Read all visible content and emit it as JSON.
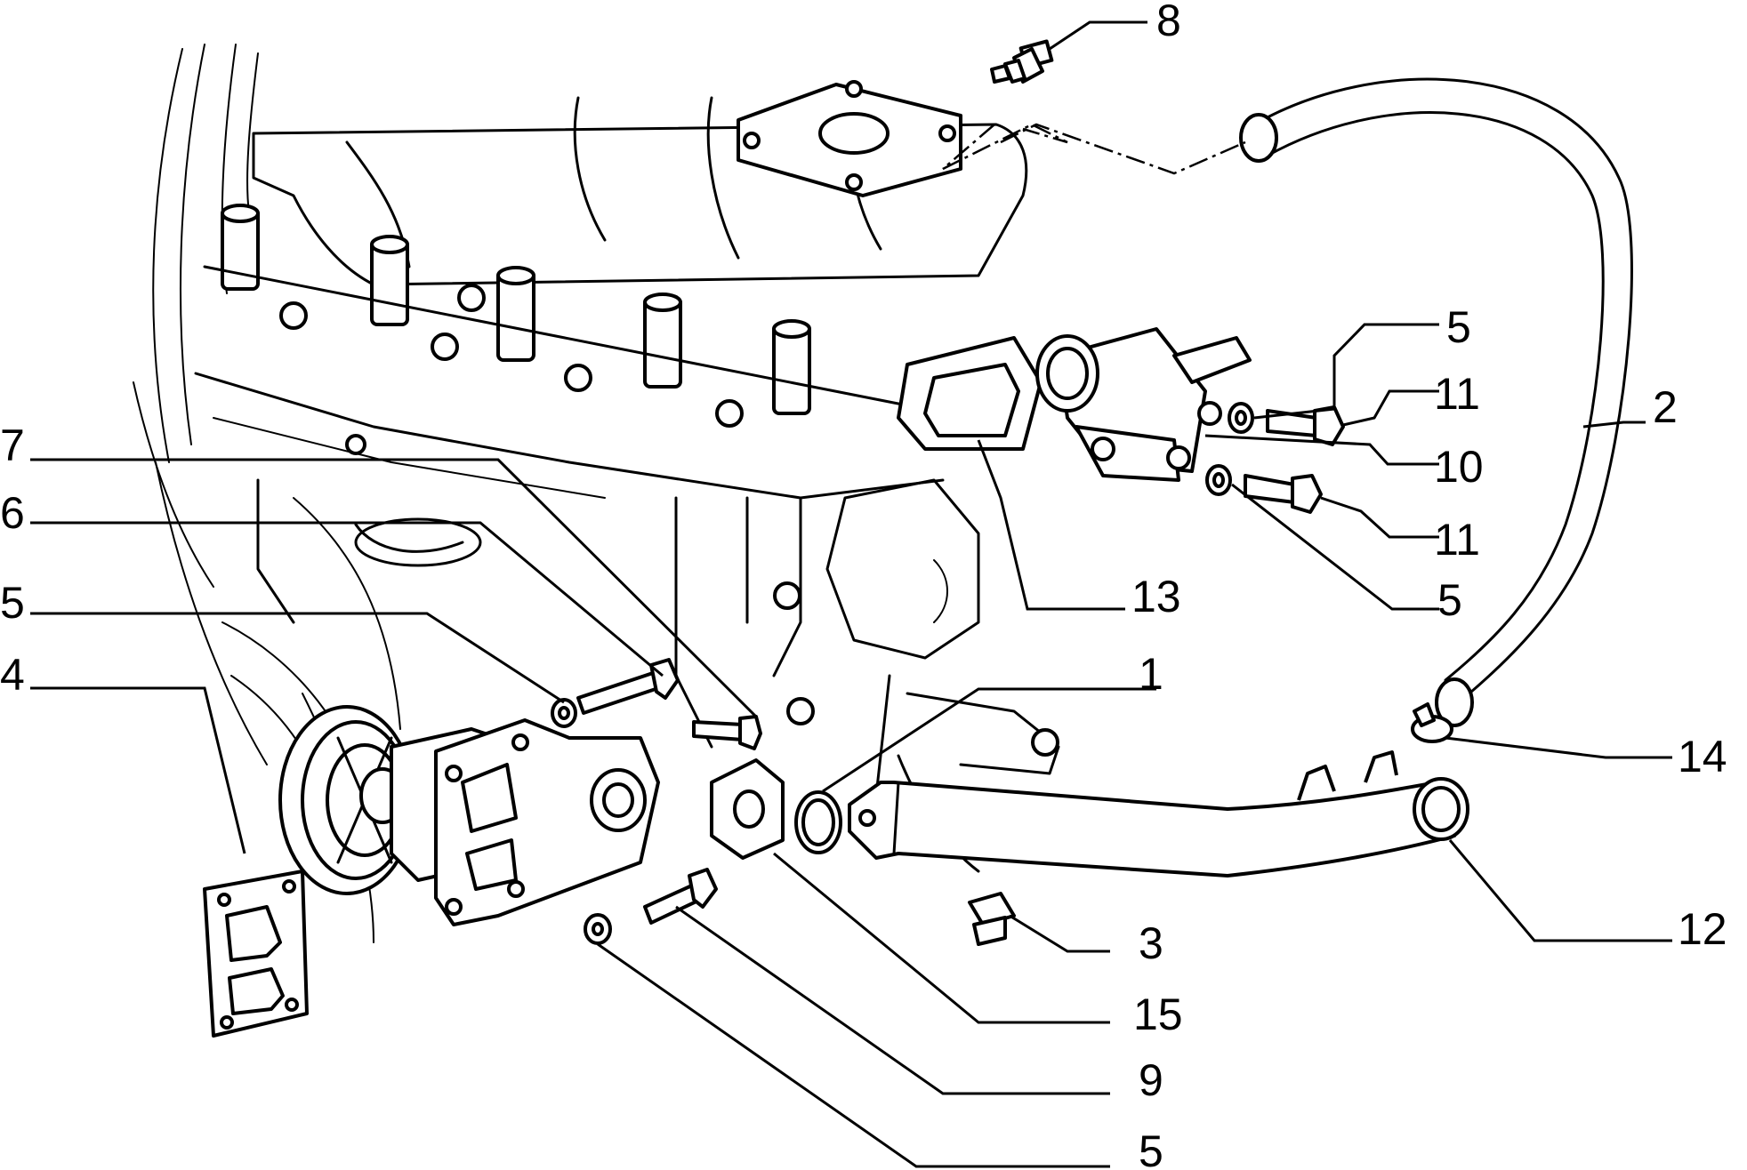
{
  "callouts": {
    "c1": "1",
    "c2": "2",
    "c3": "3",
    "c4": "4",
    "c5a": "5",
    "c5b": "5",
    "c5c": "5",
    "c5d": "5",
    "c6": "6",
    "c7": "7",
    "c8": "8",
    "c9": "9",
    "c10": "10",
    "c11a": "11",
    "c11b": "11",
    "c12": "12",
    "c13": "13",
    "c14": "14",
    "c15": "15"
  }
}
